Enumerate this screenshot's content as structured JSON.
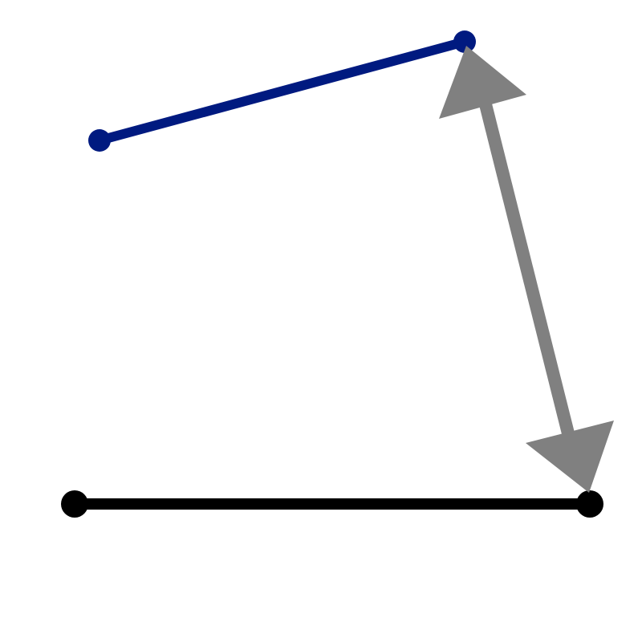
{
  "diagram": {
    "segments": [
      {
        "id": "blue-segment",
        "color": "#001a80"
      },
      {
        "id": "black-segment",
        "color": "#000000"
      }
    ],
    "connector": {
      "id": "double-arrow",
      "color": "#808080",
      "style": "double-headed arrow"
    }
  }
}
